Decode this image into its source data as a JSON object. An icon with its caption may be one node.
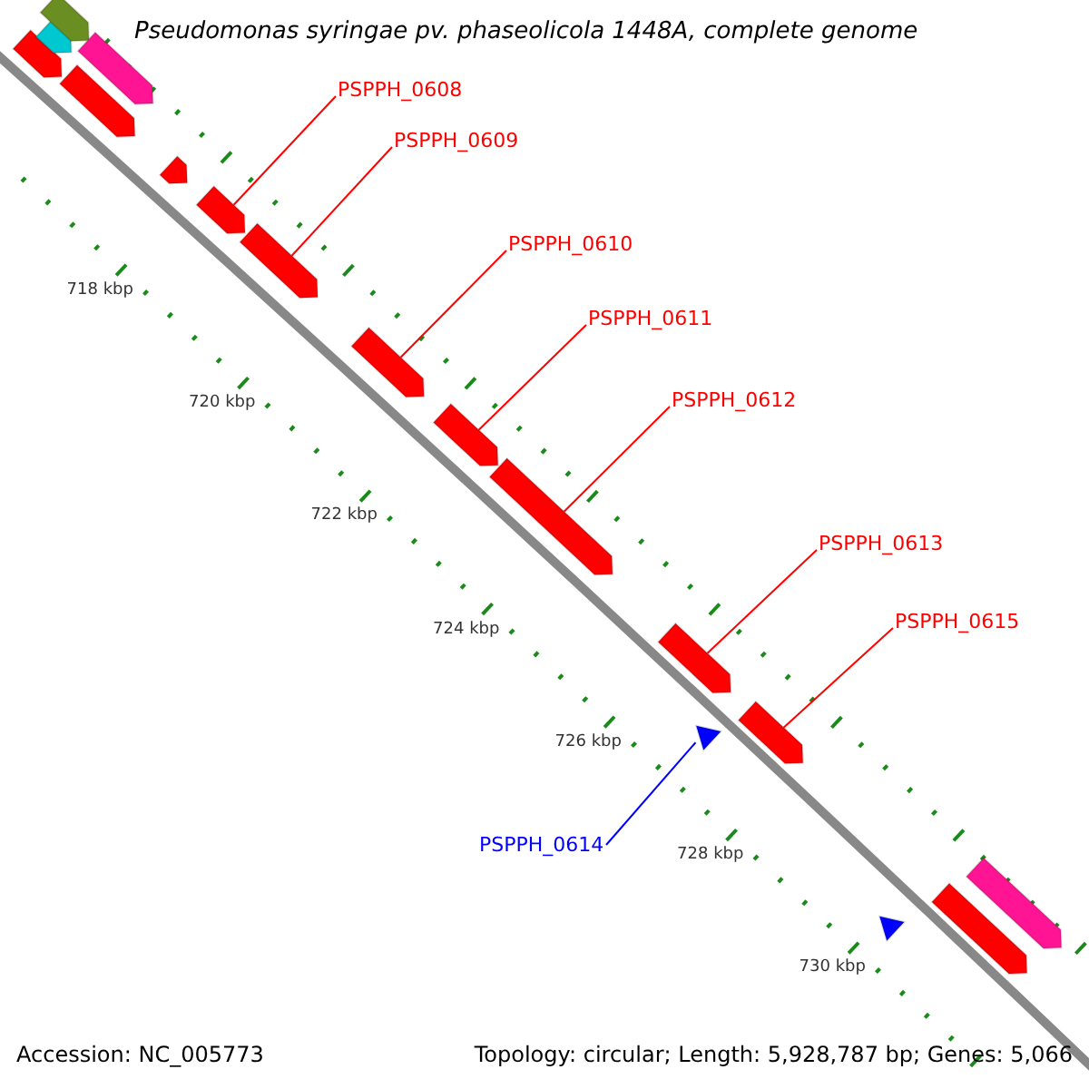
{
  "diagram": {
    "title": "Pseudomonas syringae pv. phaseolicola 1448A, complete genome",
    "nodes": [
      {
        "text": [
          "PSPPH_0608"
        ]
      },
      {
        "text": [
          "PSPPH_0609"
        ]
      },
      {
        "text": [
          "PSPPH_0610"
        ]
      },
      {
        "text": [
          "PSPPH_0611"
        ]
      },
      {
        "text": [
          "PSPPH_0612"
        ]
      },
      {
        "text": [
          "PSPPH_0613"
        ]
      },
      {
        "text": [
          "PSPPH_0615"
        ]
      },
      {
        "text": [
          "PSPPH_0614"
        ]
      },
      {
        "text": [],
        "shape": "pentagon"
      },
      {
        "text": [],
        "shape": "pentagon"
      },
      {
        "text": [],
        "shape": "pentagon"
      },
      {
        "text": [],
        "shape": "pentagon"
      },
      {
        "text": [],
        "shape": "pentagon"
      },
      {
        "text": [],
        "shape": "pentagon"
      },
      {
        "text": [],
        "shape": "pentagon"
      },
      {
        "text": [],
        "shape": "pentagon"
      },
      {
        "text": [],
        "shape": "pentagon"
      },
      {
        "text": [],
        "shape": "pentagon"
      },
      {
        "text": [],
        "shape": "pentagon"
      },
      {
        "text": [],
        "shape": "pentagon"
      },
      {
        "text": [],
        "shape": "triangle"
      },
      {
        "text": [],
        "shape": "pentagon"
      },
      {
        "text": [],
        "shape": "triangle"
      },
      {
        "text": [],
        "shape": "pentagon"
      },
      {
        "text": [],
        "shape": "pentagon"
      }
    ],
    "edges": [
      {
        "from": 0,
        "to": 14,
        "arrow": "none"
      },
      {
        "from": 1,
        "to": 15,
        "arrow": "none"
      },
      {
        "from": 2,
        "to": 16,
        "arrow": "none"
      },
      {
        "from": 3,
        "to": 17,
        "arrow": "none"
      },
      {
        "from": 4,
        "to": 18,
        "arrow": "none"
      },
      {
        "from": 5,
        "to": 19,
        "arrow": "none"
      },
      {
        "from": 6,
        "to": 21,
        "arrow": "none"
      },
      {
        "from": 7,
        "to": 20,
        "arrow": "none",
        "color": "#0000ff"
      }
    ],
    "labels": [
      "718 kbp",
      "720 kbp",
      "722 kbp",
      "724 kbp",
      "726 kbp",
      "728 kbp",
      "730 kbp",
      "Accession: NC_005773",
      "Topology: circular; Length: 5,928,787 bp; Genes: 5,066"
    ]
  }
}
